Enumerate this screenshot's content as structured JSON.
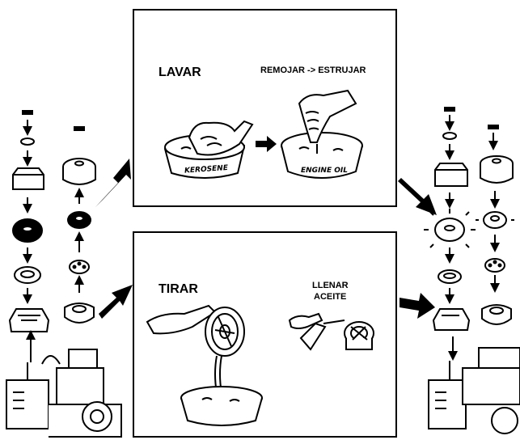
{
  "top_panel": {
    "title": "LAVAR",
    "subtitle": "REMOJAR -> ESTRUJAR",
    "bowl1_label": "KEROSENE",
    "bowl2_label": "ENGINE OIL"
  },
  "bottom_panel": {
    "title": "TIRAR",
    "fill_line1": "LLENAR",
    "fill_line2": "ACEITE"
  },
  "colors": {
    "ink": "#000000",
    "paper": "#ffffff"
  }
}
